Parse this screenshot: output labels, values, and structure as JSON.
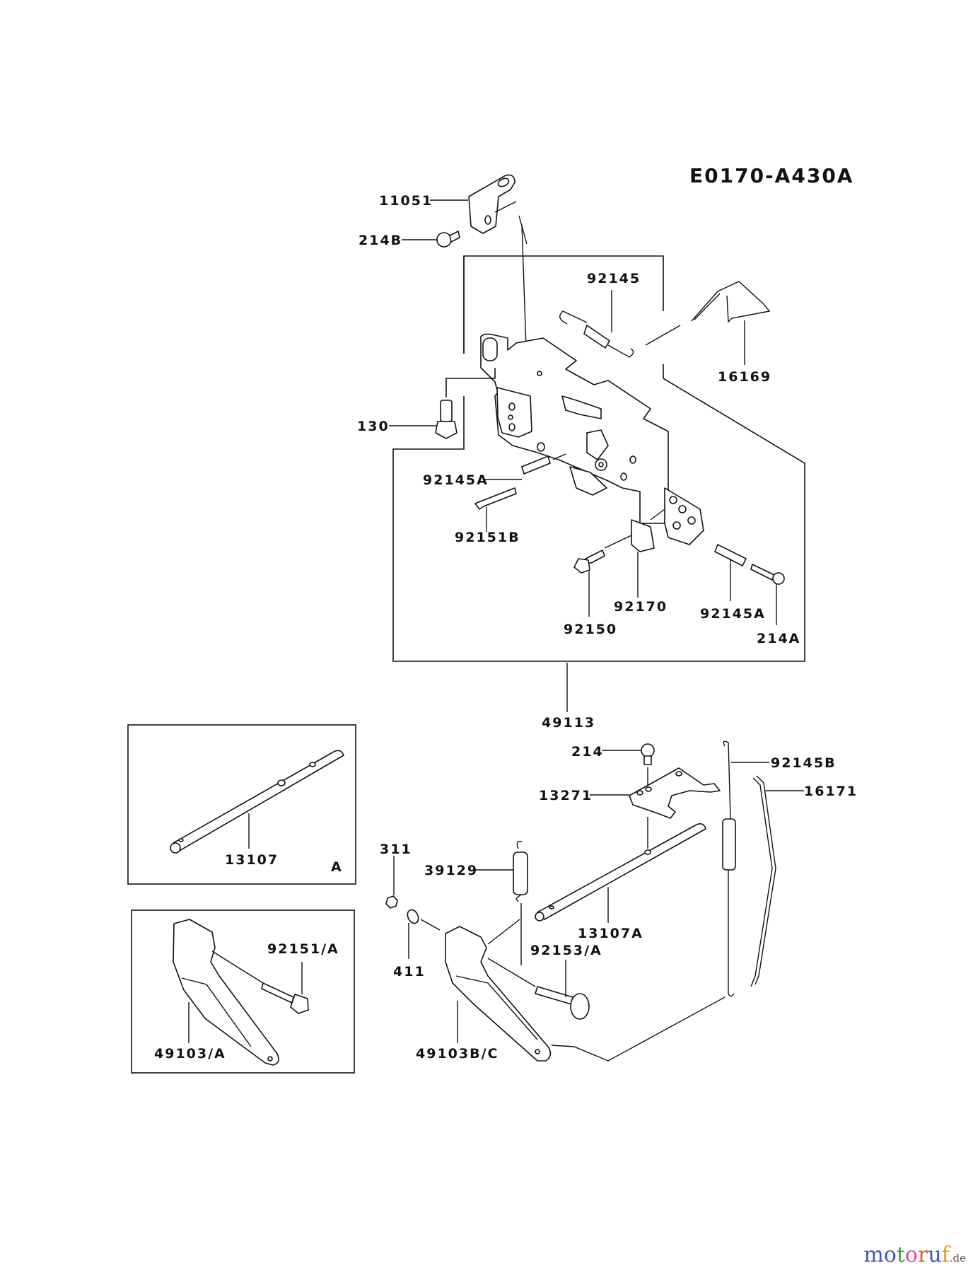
{
  "diagram": {
    "reference_code": "E0170-A430A",
    "parts": {
      "p11051": "11051",
      "p214B": "214B",
      "p92145": "92145",
      "p16169": "16169",
      "p130": "130",
      "p92145A_1": "92145A",
      "p92151B": "92151B",
      "p92150": "92150",
      "p92170": "92170",
      "p92145A_2": "92145A",
      "p214A": "214A",
      "p49113": "49113",
      "p214": "214",
      "p92145B": "92145B",
      "p13271": "13271",
      "p16171": "16171",
      "p13107": "13107",
      "p311": "311",
      "p39129": "39129",
      "p13107A": "13107A",
      "p411": "411",
      "p92153A": "92153/A",
      "p92151A": "92151/A",
      "p49103A": "49103/A",
      "p49103BC": "49103B/C"
    },
    "inset_a_letter": "A"
  },
  "watermark": {
    "letters": [
      "m",
      "o",
      "t",
      "o",
      "r",
      "u",
      "f"
    ],
    "tld": ".de",
    "colors": [
      "#3b5bb5",
      "#3b5bb5",
      "#3aa04a",
      "#e0509a",
      "#e05a2a",
      "#3b5bb5",
      "#e0a020"
    ]
  }
}
